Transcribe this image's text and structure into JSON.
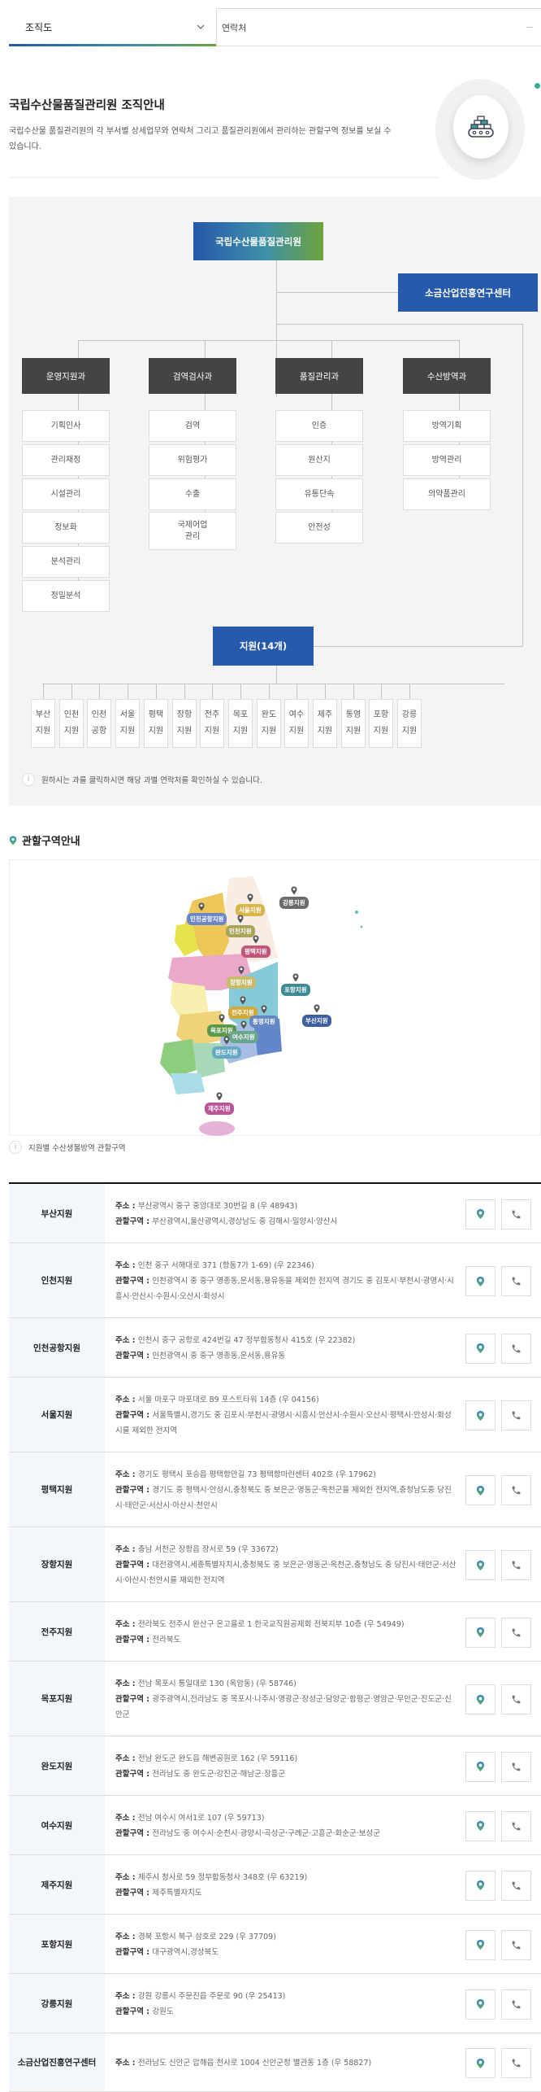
{
  "tabs": {
    "selected": "조직도",
    "contact": "연락처"
  },
  "intro": {
    "title": "국립수산물품질관리원 조직안내",
    "description": "국립수산물 품질관리원의 각 부서별 상세업무와 연락처 그리고 품질관리원에서 관리하는 관할구역 정보를 보실 수 있습니다.",
    "icon": "conveyor-boxes-icon"
  },
  "org_chart": {
    "top": "국립수산물품질관리원",
    "side_unit": "소금산업진흥연구센터",
    "departments": [
      {
        "name": "운영지원과",
        "units": [
          "기획인사",
          "관리재정",
          "시설관리",
          "정보화",
          "분석관리",
          "정밀분석"
        ]
      },
      {
        "name": "검역검사과",
        "units": [
          "검역",
          "위험평가",
          "수출",
          "국제어업\n관리"
        ]
      },
      {
        "name": "품질관리과",
        "units": [
          "인증",
          "원산지",
          "유통단속",
          "안전성"
        ]
      },
      {
        "name": "수산방역과",
        "units": [
          "방역기획",
          "방역관리",
          "의약품관리"
        ]
      }
    ],
    "branch_head": "지원(14개)",
    "branches": [
      [
        "부산",
        "지원"
      ],
      [
        "인천",
        "지원"
      ],
      [
        "인천",
        "공항"
      ],
      [
        "서울",
        "지원"
      ],
      [
        "평택",
        "지원"
      ],
      [
        "장항",
        "지원"
      ],
      [
        "전주",
        "지원"
      ],
      [
        "목포",
        "지원"
      ],
      [
        "완도",
        "지원"
      ],
      [
        "여수",
        "지원"
      ],
      [
        "제주",
        "지원"
      ],
      [
        "통영",
        "지원"
      ],
      [
        "포항",
        "지원"
      ],
      [
        "강릉",
        "지원"
      ]
    ],
    "note": "원하시는 과를 클릭하시면 해당 과별 연락처를 확인하실 수 있습니다."
  },
  "jurisdiction": {
    "title": "관할구역안내",
    "map_labels": [
      {
        "name": "강릉지원",
        "color": "#6b6b6b"
      },
      {
        "name": "서울지원",
        "color": "#d9b54a"
      },
      {
        "name": "인천공항지원",
        "color": "#6b86c7"
      },
      {
        "name": "인천지원",
        "color": "#a9a45a"
      },
      {
        "name": "평택지원",
        "color": "#c4557a"
      },
      {
        "name": "장항지원",
        "color": "#c8bb6a"
      },
      {
        "name": "포항지원",
        "color": "#3f8b95"
      },
      {
        "name": "전주지원",
        "color": "#d1a93a"
      },
      {
        "name": "통영지원",
        "color": "#6687c2"
      },
      {
        "name": "부산지원",
        "color": "#3d5f9f"
      },
      {
        "name": "목포지원",
        "color": "#5b9a4a"
      },
      {
        "name": "여수지원",
        "color": "#6aa58a"
      },
      {
        "name": "완도지원",
        "color": "#68a9c2"
      },
      {
        "name": "제주지원",
        "color": "#b9569a"
      }
    ],
    "note": "지원별 수산생물방역 관할구역"
  },
  "table": {
    "address_label": "주소 : ",
    "area_label": "관할구역 : ",
    "rows": [
      {
        "name": "부산지원",
        "address": "부산광역시 중구 중앙대로 30번길 8 (우 48943)",
        "area": "부산광역시,울산광역시,경상남도 중 김해시·밀양시·양산시"
      },
      {
        "name": "인천지원",
        "address": "인천 중구 서해대로 371 (항동7가 1-69) (우 22346)",
        "area": "인천광역시 중 중구 영종동,운서동,용유동을 제외한 전지역 경기도 중 김포시·부천시·광명시·시흥시·안산시·수원시·오산시·화성시"
      },
      {
        "name": "인천공항지원",
        "address": "인천시 중구 공항로 424번길 47 정부합동청사 415호 (우 22382)",
        "area": "인천광역시 중 중구 영종동,운서동,용유동"
      },
      {
        "name": "서울지원",
        "address": "서울 마포구 마포대로 89 포스트타워 14층 (우 04156)",
        "area": "서울특별시,경기도 중 김포시·부천시·광명시·시흥시·안산시·수원시·오산시·평택시·안성시·화성시를 제외한 전지역"
      },
      {
        "name": "평택지원",
        "address": "경기도 평택시 포승읍 평택항만길 73 평택항마린센터 402호 (우 17962)",
        "area": "경기도 중 평택시·안성시,충청북도 중 보은군·영동군·옥천군을 제외한 전지역,충청남도중 당진시·태안군·서산시·아산시·천안시"
      },
      {
        "name": "장항지원",
        "address": "충남 서천군 장항읍 장서로 59 (우 33672)",
        "area": "대전광역시,세종특별자치시,충청북도 중 보은군·영동군·옥천군,충청남도 중 당진시·태안군·서산시·아산시·천안시를 제외한 전지역"
      },
      {
        "name": "전주지원",
        "address": "전라북도 전주시 완산구 온고을로 1 한국교직원공제회 전북지부 10층 (우 54949)",
        "area": "전라북도"
      },
      {
        "name": "목포지원",
        "address": "전남 목포시 통일대로 130 (옥암동) (우 58746)",
        "area": "광주광역시,전라남도 중 목포시·나주시·영광군·장성군·담양군·함평군·영암군·무안군·진도군·신안군"
      },
      {
        "name": "완도지원",
        "address": "전남 완도군 완도읍 해변공원로 162 (우 59116)",
        "area": "전라남도 중 완도군·강진군·해남군·장흥군"
      },
      {
        "name": "여수지원",
        "address": "전남 여수시 여서1로 107 (우 59713)",
        "area": "전라남도 중 여수시·순천시·광양시·곡성군·구례군·고흥군·화순군·보성군"
      },
      {
        "name": "제주지원",
        "address": "제주시 청사로 59 정부합동청사 348호 (우 63219)",
        "area": "제주특별자치도"
      },
      {
        "name": "포항지원",
        "address": "경북 포항시 북구 삼호로 229 (우 37709)",
        "area": "대구광역시,경상북도"
      },
      {
        "name": "강릉지원",
        "address": "강원 강릉시 주문진읍 주문로 90 (우 25413)",
        "area": "강원도"
      },
      {
        "name": "소금산업진흥연구센터",
        "address": "전라남도 신안군 압해읍 천사로 1004 신안군청 별관동 1층 (우 58827)",
        "area": null
      }
    ],
    "buttons": {
      "map": "map-pin-icon",
      "phone": "phone-icon"
    }
  },
  "colors": {
    "brand_blue": "#275aac",
    "gradient_start": "#2658ab",
    "gradient_mid": "#3f8fa8",
    "gradient_end": "#6ea33d",
    "dept_head": "#444444",
    "panel_bg": "#f4f4f4",
    "row_name_bg": "#f3f6fb"
  }
}
